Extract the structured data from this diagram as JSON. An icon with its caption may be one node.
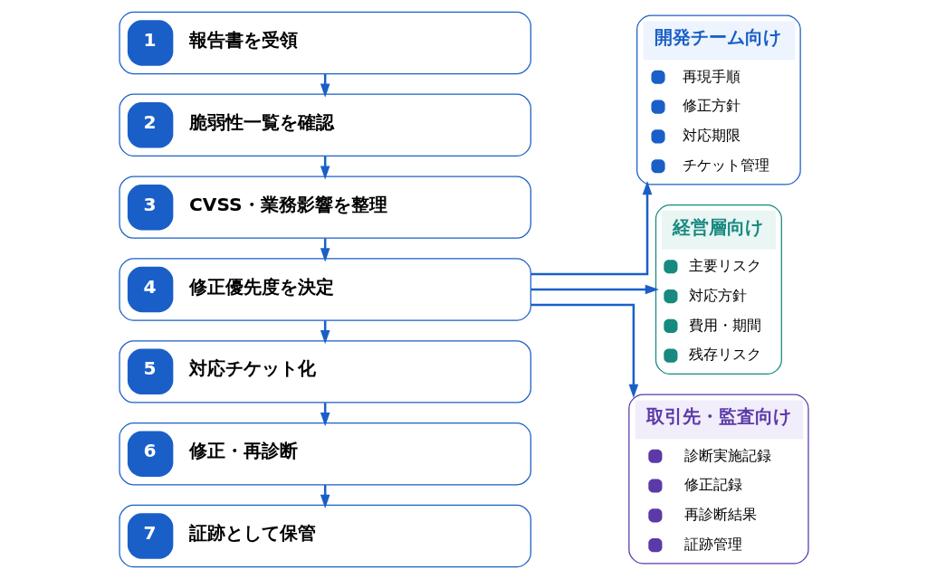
{
  "diagram": {
    "nodes": [
      {
        "text": [
          "1",
          "報告書を受領"
        ]
      },
      {
        "text": [
          "2",
          "脆弱性一覧を確認"
        ]
      },
      {
        "text": [
          "3",
          "CVSS・業務影響を整理"
        ]
      },
      {
        "text": [
          "4",
          "修正優先度を決定"
        ]
      },
      {
        "text": [
          "5",
          "対応チケット化"
        ]
      },
      {
        "text": [
          "6",
          "修正・再診断"
        ]
      },
      {
        "text": [
          "7",
          "証跡として保管"
        ]
      },
      {
        "text": [
          "開発チーム向け",
          "再現手順",
          "修正方針",
          "対応期限",
          "チケット管理"
        ]
      },
      {
        "text": [
          "経営層向け",
          "主要リスク",
          "対応方針",
          "費用・期間",
          "残存リスク"
        ]
      },
      {
        "text": [
          "取引先・監査向け",
          "診断実施記録",
          "修正記録",
          "再診断結果",
          "証跡管理"
        ]
      }
    ],
    "edges": [
      {
        "from": 0,
        "to": 1,
        "arrow": "to"
      },
      {
        "from": 1,
        "to": 2,
        "arrow": "to"
      },
      {
        "from": 2,
        "to": 3,
        "arrow": "to"
      },
      {
        "from": 3,
        "to": 4,
        "arrow": "to"
      },
      {
        "from": 4,
        "to": 5,
        "arrow": "to"
      },
      {
        "from": 5,
        "to": 6,
        "arrow": "to"
      },
      {
        "from": 3,
        "to": 7,
        "arrow": "to"
      },
      {
        "from": 3,
        "to": 8,
        "arrow": "to"
      },
      {
        "from": 3,
        "to": 9,
        "arrow": "to"
      }
    ]
  }
}
